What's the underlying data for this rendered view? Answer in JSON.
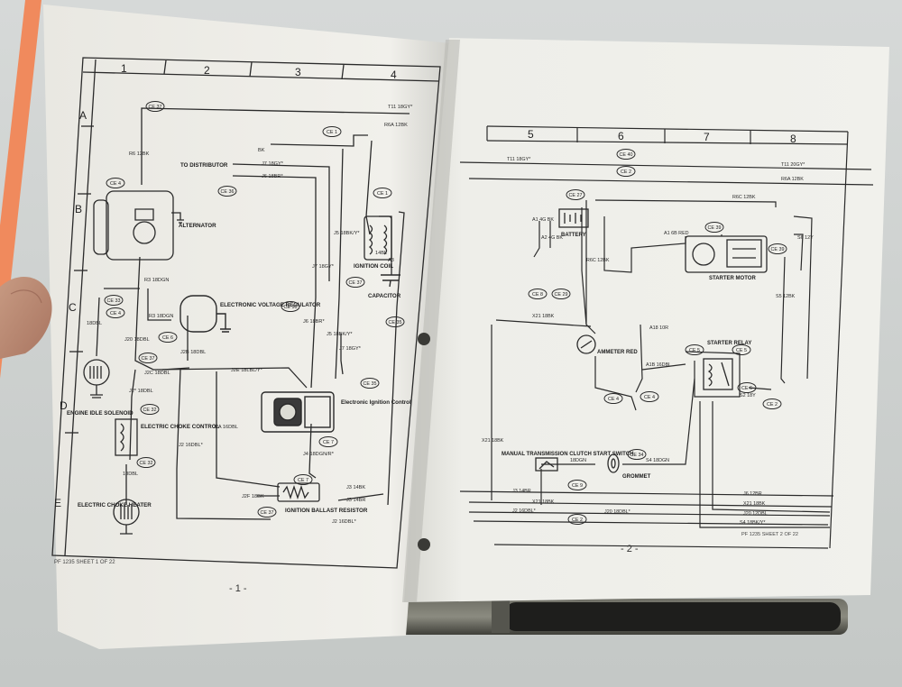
{
  "left_page": {
    "columns": [
      "1",
      "2",
      "3",
      "4"
    ],
    "rows": [
      "A",
      "B",
      "C",
      "D",
      "E"
    ],
    "labels": {
      "alternator": "ALTERNATOR",
      "to_distributor": "TO DISTRIBUTOR",
      "ignition_coil": "IGNITION COIL",
      "capacitor": "CAPACITOR",
      "electronic_voltage_regulator": "ELECTRONIC VOLTAGE REGULATOR",
      "engine_idle_solenoid": "ENGINE IDLE SOLENOID",
      "electric_choke_control": "ELECTRIC CHOKE CONTROL",
      "electric_choke_heater": "ELECTRIC CHOKE HEATER",
      "electronic_ignition_control": "Electronic Ignition Control",
      "ignition_ballast_resistor": "IGNITION BALLAST RESISTOR"
    },
    "wires": {
      "t11": "T11 18GY*",
      "r6a": "R6A 12BK",
      "bk": "BK",
      "j7_top": "J7 18GY*",
      "j6_top": "J6 18BR*",
      "r6": "R6 12BK",
      "r3": "R3 18DGN",
      "r3b": "R3 18DGN",
      "j20": "J20 18DBL",
      "j2b": "J2B 18DBL",
      "j2c": "J2C 18DBL",
      "j2e": "J2E 18LBL/Y*",
      "j2d": "J2* 18DBL",
      "j2a": "J2A 16DBL",
      "j2": "J2 16DBL*",
      "j5": "J5 18BK/Y*",
      "j7_mid": "J7 18GY*",
      "j6_mid": "J6 18BR*",
      "j5b": "J5 18BK/Y*",
      "j7b": "J7 18GY*",
      "j4": "J4 18DGN/R*",
      "j2f": "J2F 18BK",
      "j3": "J3 14BK",
      "dbl18": "18DBL",
      "dbl18b": "18DBL",
      "bk14": "14BL",
      "j2bottom": "J2 16DBL*",
      "j3b": "J3 14BR",
      "a3": "A3"
    },
    "callouts": [
      "CE 37",
      "CE 4",
      "CE 33",
      "CE 4",
      "CE 37",
      "CE 6",
      "CE 32",
      "CE 32",
      "CE 36",
      "CE 1",
      "CE 1",
      "CE 30",
      "CE 37",
      "CE 35",
      "CE 35",
      "CE 7",
      "CE 7",
      "CE 37"
    ],
    "sheet_ref": "PF 1235 SHEET 1 OF 22",
    "page_number": "- 1 -"
  },
  "right_page": {
    "columns": [
      "5",
      "6",
      "7",
      "8"
    ],
    "labels": {
      "battery": "BATTERY",
      "starter_motor": "STARTER MOTOR",
      "starter_relay": "STARTER RELAY",
      "ammeter": "AMMETER RED",
      "clutch_switch": "MANUAL TRANSMISSION CLUTCH START SWITCH",
      "grommet": "GROMMET"
    },
    "wires": {
      "t11": "T11 18GY*",
      "t11r": "T11 20GY*",
      "r6a": "R6A 12BK",
      "r6c": "R6C 12BK",
      "a1": "A1 6B RED",
      "s5": "S5 12BK",
      "a18": "A18 10R",
      "a1b": "A1B 16DBL",
      "x21": "X21 18BK",
      "s4": "S4 18DGN",
      "dgn": "18DGN",
      "s2": "S2 18Y",
      "j3": "J3 14BR",
      "x21b": "X21 18BK",
      "j2": "J2 16DBL*",
      "j20": "J20 18DBL*",
      "j6r": "J6 12BR",
      "x21r": "X21 18BK",
      "j20r": "J20 12DBL",
      "s4r": "S4 18BK/Y*",
      "a2": "A2 4G BK",
      "a1c": "A1 4G BK",
      "s6": "S6 12Y",
      "x21c": "X21 18BK",
      "r6c2": "R6C 12BK"
    },
    "callouts": [
      "CE 40",
      "CE 2",
      "CE 27",
      "CE 39",
      "CE 39",
      "CE 8",
      "CE 29",
      "CE 5",
      "CE 5",
      "CE 6",
      "CE 2",
      "CE 4",
      "CE 4",
      "CE 34",
      "CE 9",
      "CE 2"
    ],
    "sheet_ref": "PF 1235 SHEET 2 OF 22",
    "page_number": "- 2 -"
  }
}
